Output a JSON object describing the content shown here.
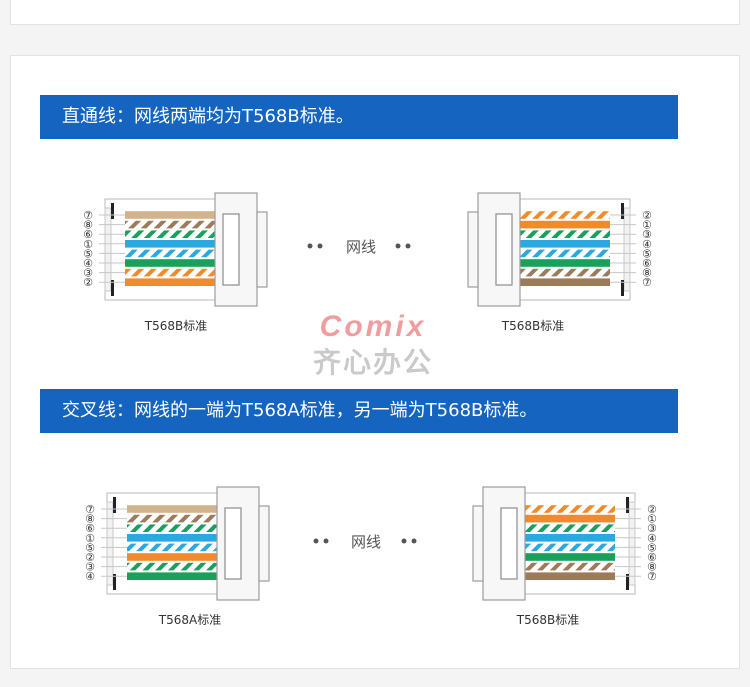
{
  "section1": {
    "title": "直通线：网线两端均为T568B标准。",
    "left_label": "T568B标准",
    "right_label": "T568B标准",
    "middle_label": "网线",
    "left_pins": [
      "⑦",
      "⑧",
      "⑥",
      "①",
      "⑤",
      "④",
      "③",
      "②"
    ],
    "right_pins": [
      "②",
      "①",
      "③",
      "④",
      "⑤",
      "⑥",
      "⑧",
      "⑦"
    ]
  },
  "section2": {
    "title": "交叉线：网线的一端为T568A标准，另一端为T568B标准。",
    "left_label": "T568A标准",
    "right_label": "T568B标准",
    "middle_label": "网线",
    "left_pins": [
      "⑦",
      "⑧",
      "⑥",
      "①",
      "⑤",
      "②",
      "③",
      "④"
    ],
    "right_pins": [
      "②",
      "①",
      "③",
      "④",
      "⑤",
      "⑥",
      "⑧",
      "⑦"
    ]
  },
  "watermark": {
    "brand": "Comix",
    "subtitle": "齐心办公"
  },
  "colors": {
    "banner": "#1565c0",
    "wire_tan": "#d2b48c",
    "orange": "#f08a2a",
    "green": "#19a05a",
    "blue": "#2aa8e0",
    "brown": "#9c7b5a"
  },
  "wires": {
    "s1_left": [
      "tan",
      "brown-stripe",
      "green-stripe",
      "blue",
      "blue-stripe",
      "green",
      "orange-stripe",
      "orange"
    ],
    "s1_right": [
      "orange-stripe",
      "orange",
      "green-stripe",
      "blue",
      "blue-stripe",
      "green",
      "brown-stripe",
      "brown"
    ],
    "s2_left": [
      "tan",
      "brown-stripe",
      "green-stripe",
      "blue",
      "blue-stripe",
      "orange",
      "green-stripe",
      "green"
    ],
    "s2_right": [
      "orange-stripe",
      "orange",
      "green-stripe",
      "blue",
      "blue-stripe",
      "green",
      "brown-stripe",
      "brown"
    ]
  }
}
